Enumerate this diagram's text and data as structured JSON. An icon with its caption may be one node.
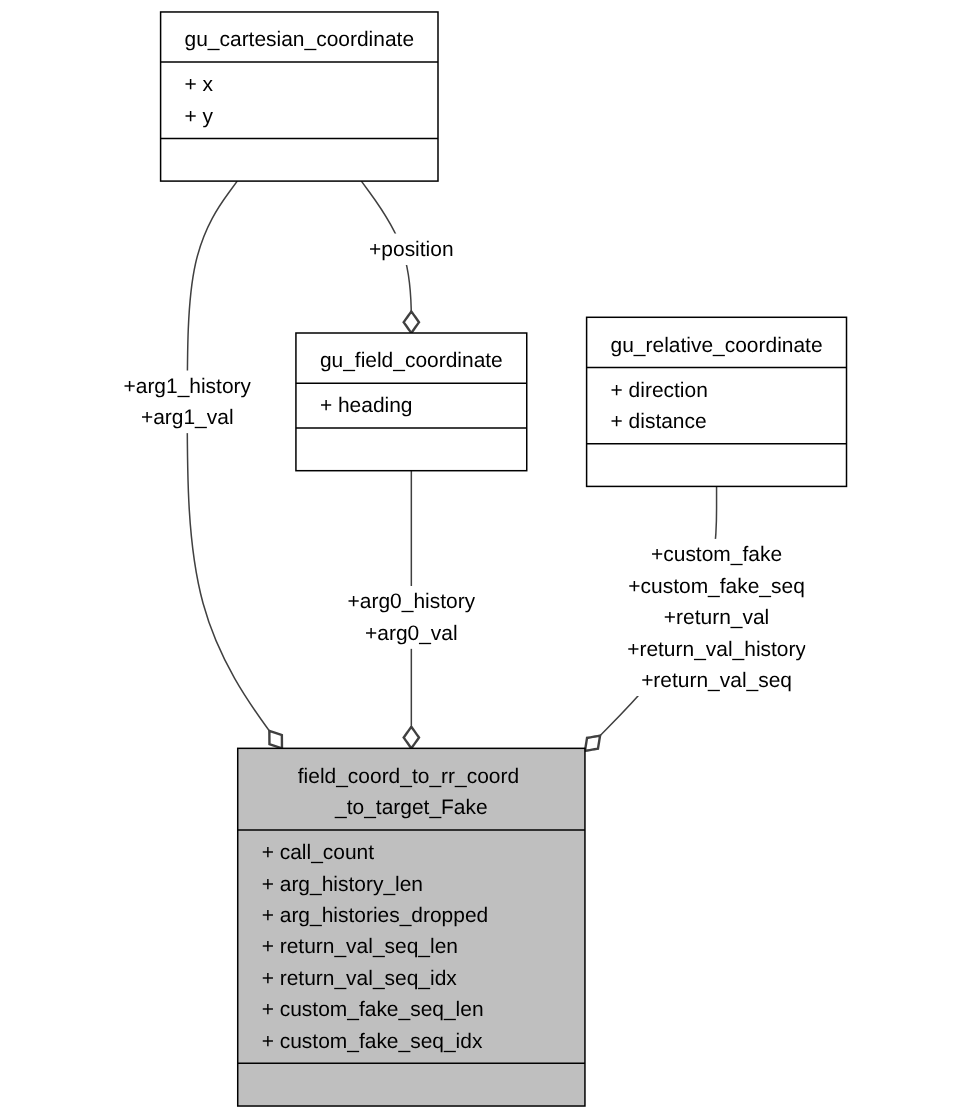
{
  "diagram": {
    "nodes": [
      {
        "text": [
          "gu_cartesian_coordinate",
          "+ x",
          "+ y"
        ]
      },
      {
        "text": [
          "gu_field_coordinate",
          "+ heading"
        ]
      },
      {
        "text": [
          "gu_relative_coordinate",
          "+ direction",
          "+ distance"
        ]
      },
      {
        "text": [
          "field_coord_to_rr_coord _to_target_Fake",
          "+ call_count",
          "+ arg_history_len",
          "+ arg_histories_dropped",
          "+ return_val_seq_len",
          "+ return_val_seq_idx",
          "+ custom_fake_seq_len",
          "+ custom_fake_seq_idx"
        ]
      }
    ],
    "edges": [
      {
        "from": 0,
        "to": 1,
        "arrow": "other",
        "label": "+position"
      },
      {
        "from": 0,
        "to": 3,
        "arrow": "other",
        "label": "+arg1_history +arg1_val"
      },
      {
        "from": 1,
        "to": 3,
        "arrow": "other",
        "label": "+arg0_history +arg0_val"
      },
      {
        "from": 2,
        "to": 3,
        "arrow": "other",
        "label": "+custom_fake +custom_fake_seq +return_val +return_val_history +return_val_seq"
      }
    ]
  }
}
